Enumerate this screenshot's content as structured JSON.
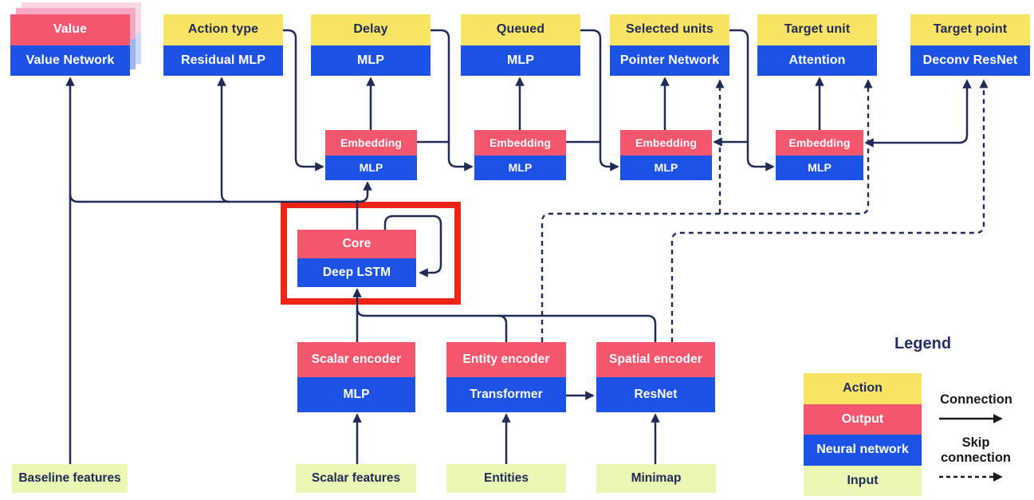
{
  "heads": {
    "value": {
      "top": "Value",
      "bottom": "Value Network"
    },
    "action_type": {
      "top": "Action type",
      "bottom": "Residual MLP"
    },
    "delay": {
      "top": "Delay",
      "bottom": "MLP"
    },
    "queued": {
      "top": "Queued",
      "bottom": "MLP"
    },
    "selected_units": {
      "top": "Selected units",
      "bottom": "Pointer Network"
    },
    "target_unit": {
      "top": "Target unit",
      "bottom": "Attention"
    },
    "target_point": {
      "top": "Target point",
      "bottom": "Deconv ResNet"
    }
  },
  "embedding": {
    "top": "Embedding",
    "bottom": "MLP"
  },
  "core": {
    "top": "Core",
    "bottom": "Deep LSTM"
  },
  "encoders": {
    "scalar": {
      "top": "Scalar encoder",
      "bottom": "MLP"
    },
    "entity": {
      "top": "Entity encoder",
      "bottom": "Transformer"
    },
    "spatial": {
      "top": "Spatial encoder",
      "bottom": "ResNet"
    }
  },
  "inputs": {
    "baseline": "Baseline features",
    "scalar": "Scalar features",
    "entities": "Entities",
    "minimap": "Minimap"
  },
  "legend": {
    "title": "Legend",
    "rows": [
      {
        "label": "Action",
        "type": "action"
      },
      {
        "label": "Output",
        "type": "output"
      },
      {
        "label": "Neural network",
        "type": "network"
      },
      {
        "label": "Input",
        "type": "input"
      }
    ],
    "connection_label": "Connection",
    "skip_label_line1": "Skip",
    "skip_label_line2": "connection"
  },
  "colors": {
    "action": "#f9e365",
    "output": "#f4566e",
    "network": "#1d53e5",
    "input": "#eaf6b4",
    "line": "#202c55",
    "highlight": "#ee2418"
  }
}
